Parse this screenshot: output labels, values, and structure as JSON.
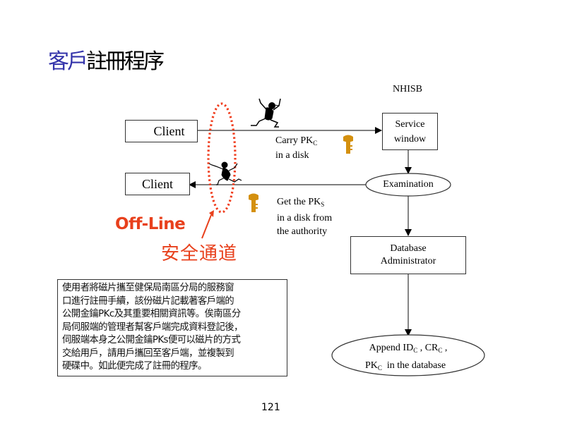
{
  "title": {
    "part1": "客戶",
    "part2": "註冊程序"
  },
  "diagram": {
    "org_label": "NHISB",
    "client_top": "Client",
    "client_bottom": "Client",
    "service_window": [
      "Service",
      "window"
    ],
    "carry_label": {
      "line1_text": "Carry PK",
      "line1_sub": "C",
      "line2": "in a disk"
    },
    "examination": "Examination",
    "get_label": {
      "line1_text": "Get the PK",
      "line1_sub": "S",
      "line2": "in a disk from",
      "line3": "the authority"
    },
    "db_admin": [
      "Database",
      "Administrator"
    ],
    "append": {
      "a": "Append ID",
      "a_sub": "C",
      "b": " , CR",
      "b_sub": "C",
      "c": " ,",
      "d": "PK",
      "d_sub": "C",
      "e": "  in the database"
    },
    "offline_label": "Off-Line",
    "secure_channel_label": "安全通道",
    "icons": [
      "running-man-icon",
      "running-man-icon",
      "key-icon",
      "key-icon"
    ],
    "colors": {
      "accent_red": "#e8401c",
      "title_blue": "#3333aa",
      "key_gold": "#d4900e"
    }
  },
  "note_lines": [
    "使用者將磁片攜至健保局南區分局的服務窗",
    "口進行註冊手續，該份磁片記載著客戶端的",
    "公開金鑰PKc及其重要相關資訊等。俟南區分",
    "局伺服端的管理者幫客戶端完成資料登記後，",
    "伺服端本身之公開金鑰PKs便可以磁片的方式",
    "交給用戶，請用戶攜回至客戶端，並複製到",
    "硬碟中。如此便完成了註冊的程序。"
  ],
  "page_number": "121"
}
